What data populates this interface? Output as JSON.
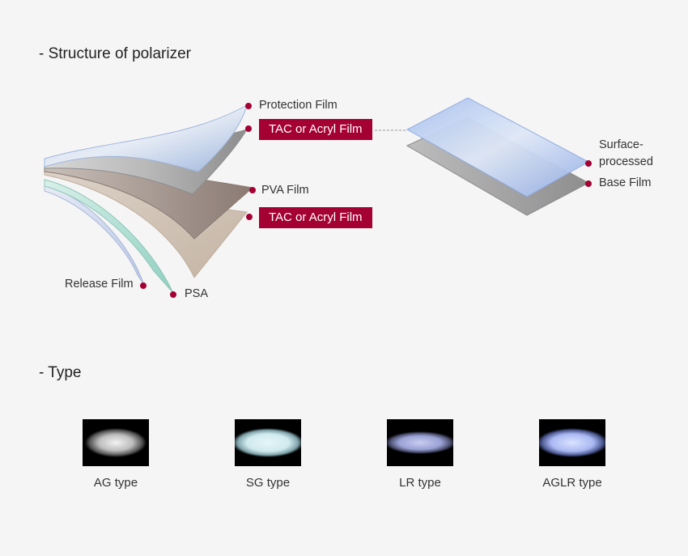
{
  "structure": {
    "title": "- Structure of polarizer",
    "labels": {
      "protection_film": "Protection Film",
      "tac_top": "TAC or Acryl Film",
      "pva_film": "PVA Film",
      "tac_bottom": "TAC or Acryl Film",
      "release_film": "Release Film",
      "psa": "PSA",
      "surface_processed_line1": "Surface-",
      "surface_processed_line2": "processed",
      "base_film": "Base Film"
    }
  },
  "types": {
    "title": "- Type",
    "items": [
      {
        "label": "AG type",
        "glow": "ag"
      },
      {
        "label": "SG type",
        "glow": "sg"
      },
      {
        "label": "LR type",
        "glow": "lr"
      },
      {
        "label": "AGLR type",
        "glow": "aglr"
      }
    ]
  },
  "colors": {
    "accent": "#a50034",
    "background": "#f5f5f5"
  }
}
